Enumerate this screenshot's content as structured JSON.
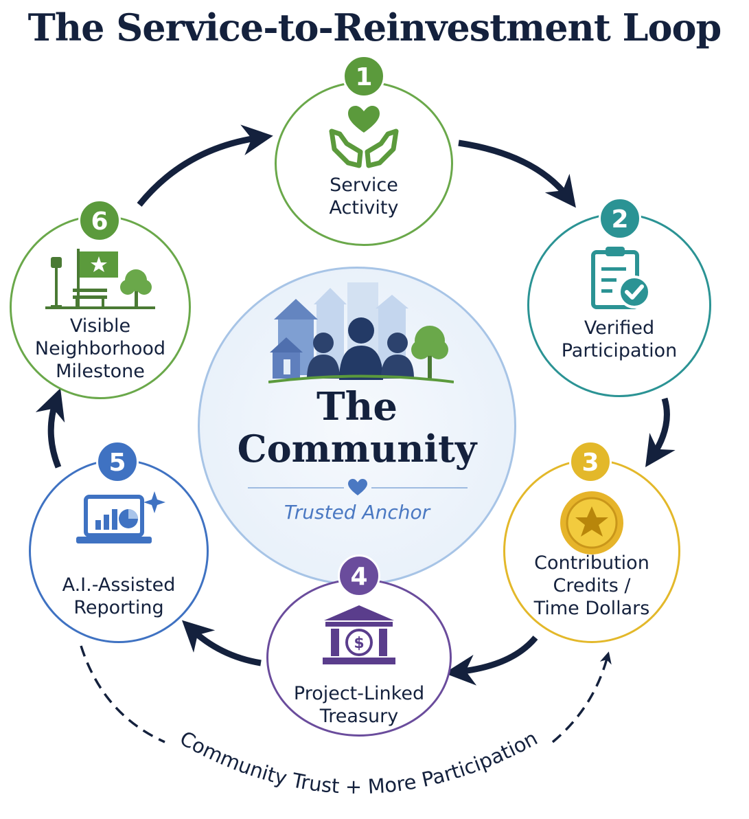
{
  "title": "The Service-to-Reinvestment Loop",
  "center": {
    "title_line1": "The",
    "title_line2": "Community",
    "subtitle": "Trusted Anchor"
  },
  "steps": [
    {
      "number": "1",
      "label": "Service\nActivity",
      "color": "#5b9a3c",
      "icon": "hands-heart-icon"
    },
    {
      "number": "2",
      "label": "Verified\nParticipation",
      "color": "#2b9394",
      "icon": "clipboard-check-icon"
    },
    {
      "number": "3",
      "label": "Contribution\nCredits /\nTime Dollars",
      "color": "#e3b82a",
      "icon": "gold-coin-star-icon"
    },
    {
      "number": "4",
      "label": "Project-Linked\nTreasury",
      "color": "#6a4c9c",
      "icon": "bank-dollar-icon"
    },
    {
      "number": "5",
      "label": "A.I.-Assisted\nReporting",
      "color": "#3f72c2",
      "icon": "laptop-chart-icon"
    },
    {
      "number": "6",
      "label": "Visible\nNeighborhood\nMilestone",
      "color": "#5b9a3c",
      "icon": "park-flag-icon"
    }
  ],
  "feedback_label": "Community Trust + More Participation",
  "colors": {
    "navy": "#14213d",
    "center_border": "#a7c4e6",
    "center_accent": "#4a78c2"
  }
}
